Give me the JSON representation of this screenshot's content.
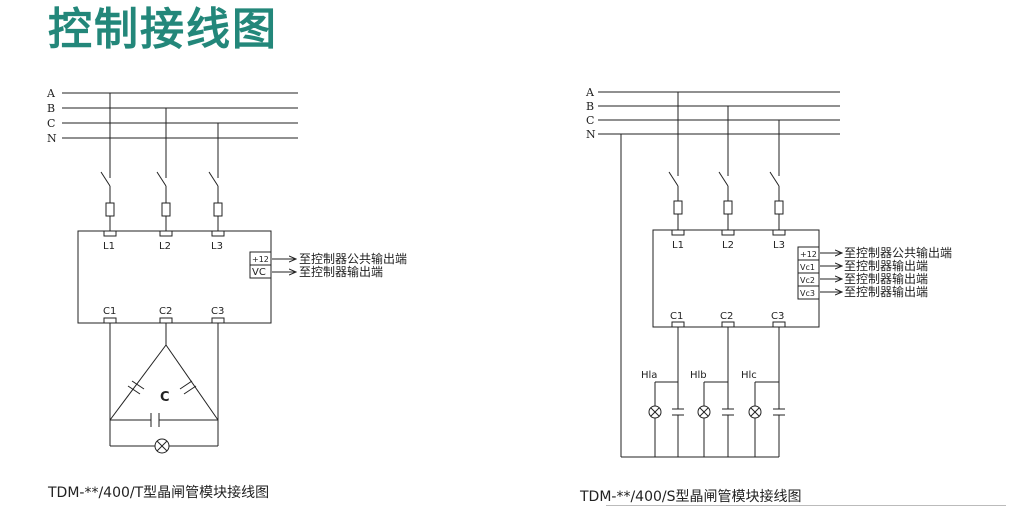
{
  "title": "控制接线图",
  "colors": {
    "title": "#23877a",
    "line": "#222222"
  },
  "left_diagram": {
    "caption": "TDM-**/400/T型晶闸管模块接线图",
    "bus_labels": [
      "A",
      "B",
      "C",
      "N"
    ],
    "inputs": [
      "L1",
      "L2",
      "L3"
    ],
    "outputs": [
      "C1",
      "C2",
      "C3"
    ],
    "terminals": [
      {
        "label": "+12",
        "desc": "至控制器公共输出端"
      },
      {
        "label": "VC",
        "desc": "至控制器输出端"
      }
    ],
    "capacitor_label": "C"
  },
  "right_diagram": {
    "caption": "TDM-**/400/S型晶闸管模块接线图",
    "bus_labels": [
      "A",
      "B",
      "C",
      "N"
    ],
    "inputs": [
      "L1",
      "L2",
      "L3"
    ],
    "outputs": [
      "C1",
      "C2",
      "C3"
    ],
    "terminals": [
      {
        "label": "+12",
        "desc": "至控制器公共输出端"
      },
      {
        "label": "Vc1",
        "desc": "至控制器输出端"
      },
      {
        "label": "Vc2",
        "desc": "至控制器输出端"
      },
      {
        "label": "Vc3",
        "desc": "至控制器输出端"
      }
    ],
    "lamps": [
      "Hla",
      "Hlb",
      "Hlc"
    ]
  }
}
